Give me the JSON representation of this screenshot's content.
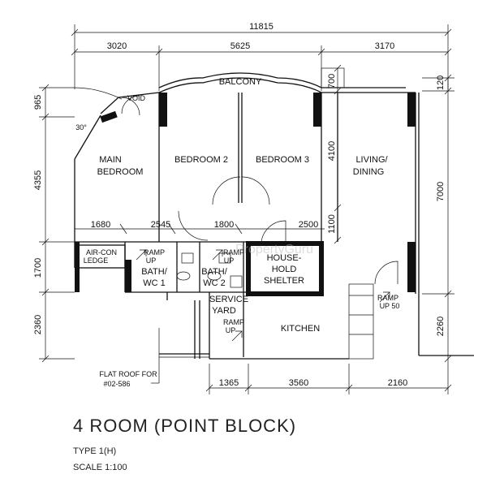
{
  "dimensions": {
    "top_total": "11815",
    "top_segments": [
      "3020",
      "5625",
      "3170"
    ],
    "left": [
      "965",
      "4355",
      "1700",
      "2360"
    ],
    "right": [
      "120",
      "7000",
      "2260"
    ],
    "inner_row": [
      "1680",
      "2545",
      "1800",
      "2500"
    ],
    "inner_vertical": [
      "700",
      "4100",
      "1100"
    ],
    "bottom": [
      "1365",
      "3560",
      "2160"
    ]
  },
  "rooms": {
    "balcony": "BALCONY",
    "void": "VOID",
    "angle": "30°",
    "main_bedroom": [
      "MAIN",
      "BEDROOM"
    ],
    "bedroom2": "BEDROOM 2",
    "bedroom3": "BEDROOM 3",
    "living": [
      "LIVING/",
      "DINING"
    ],
    "aircon": [
      "AIR-CON",
      "LEDGE"
    ],
    "bath1": [
      "BATH/",
      "WC 1"
    ],
    "bath2": [
      "BATH/",
      "WC 2"
    ],
    "shelter": [
      "HOUSE-",
      "HOLD",
      "SHELTER"
    ],
    "service": [
      "SERVICE",
      "YARD"
    ],
    "kitchen": "KITCHEN",
    "ramp1": [
      "RAMP",
      "UP"
    ],
    "ramp2": [
      "RAMP",
      "UP"
    ],
    "ramp3": [
      "RAMP",
      "UP"
    ],
    "ramp4": [
      "RAMP",
      "UP 50"
    ],
    "flat_roof": [
      "FLAT ROOF FOR",
      "#02-586"
    ]
  },
  "caption": {
    "title": "4 ROOM (POINT BLOCK)",
    "type": "TYPE 1(H)",
    "scale": "SCALE 1:100"
  },
  "watermark": "PropertyGuru"
}
